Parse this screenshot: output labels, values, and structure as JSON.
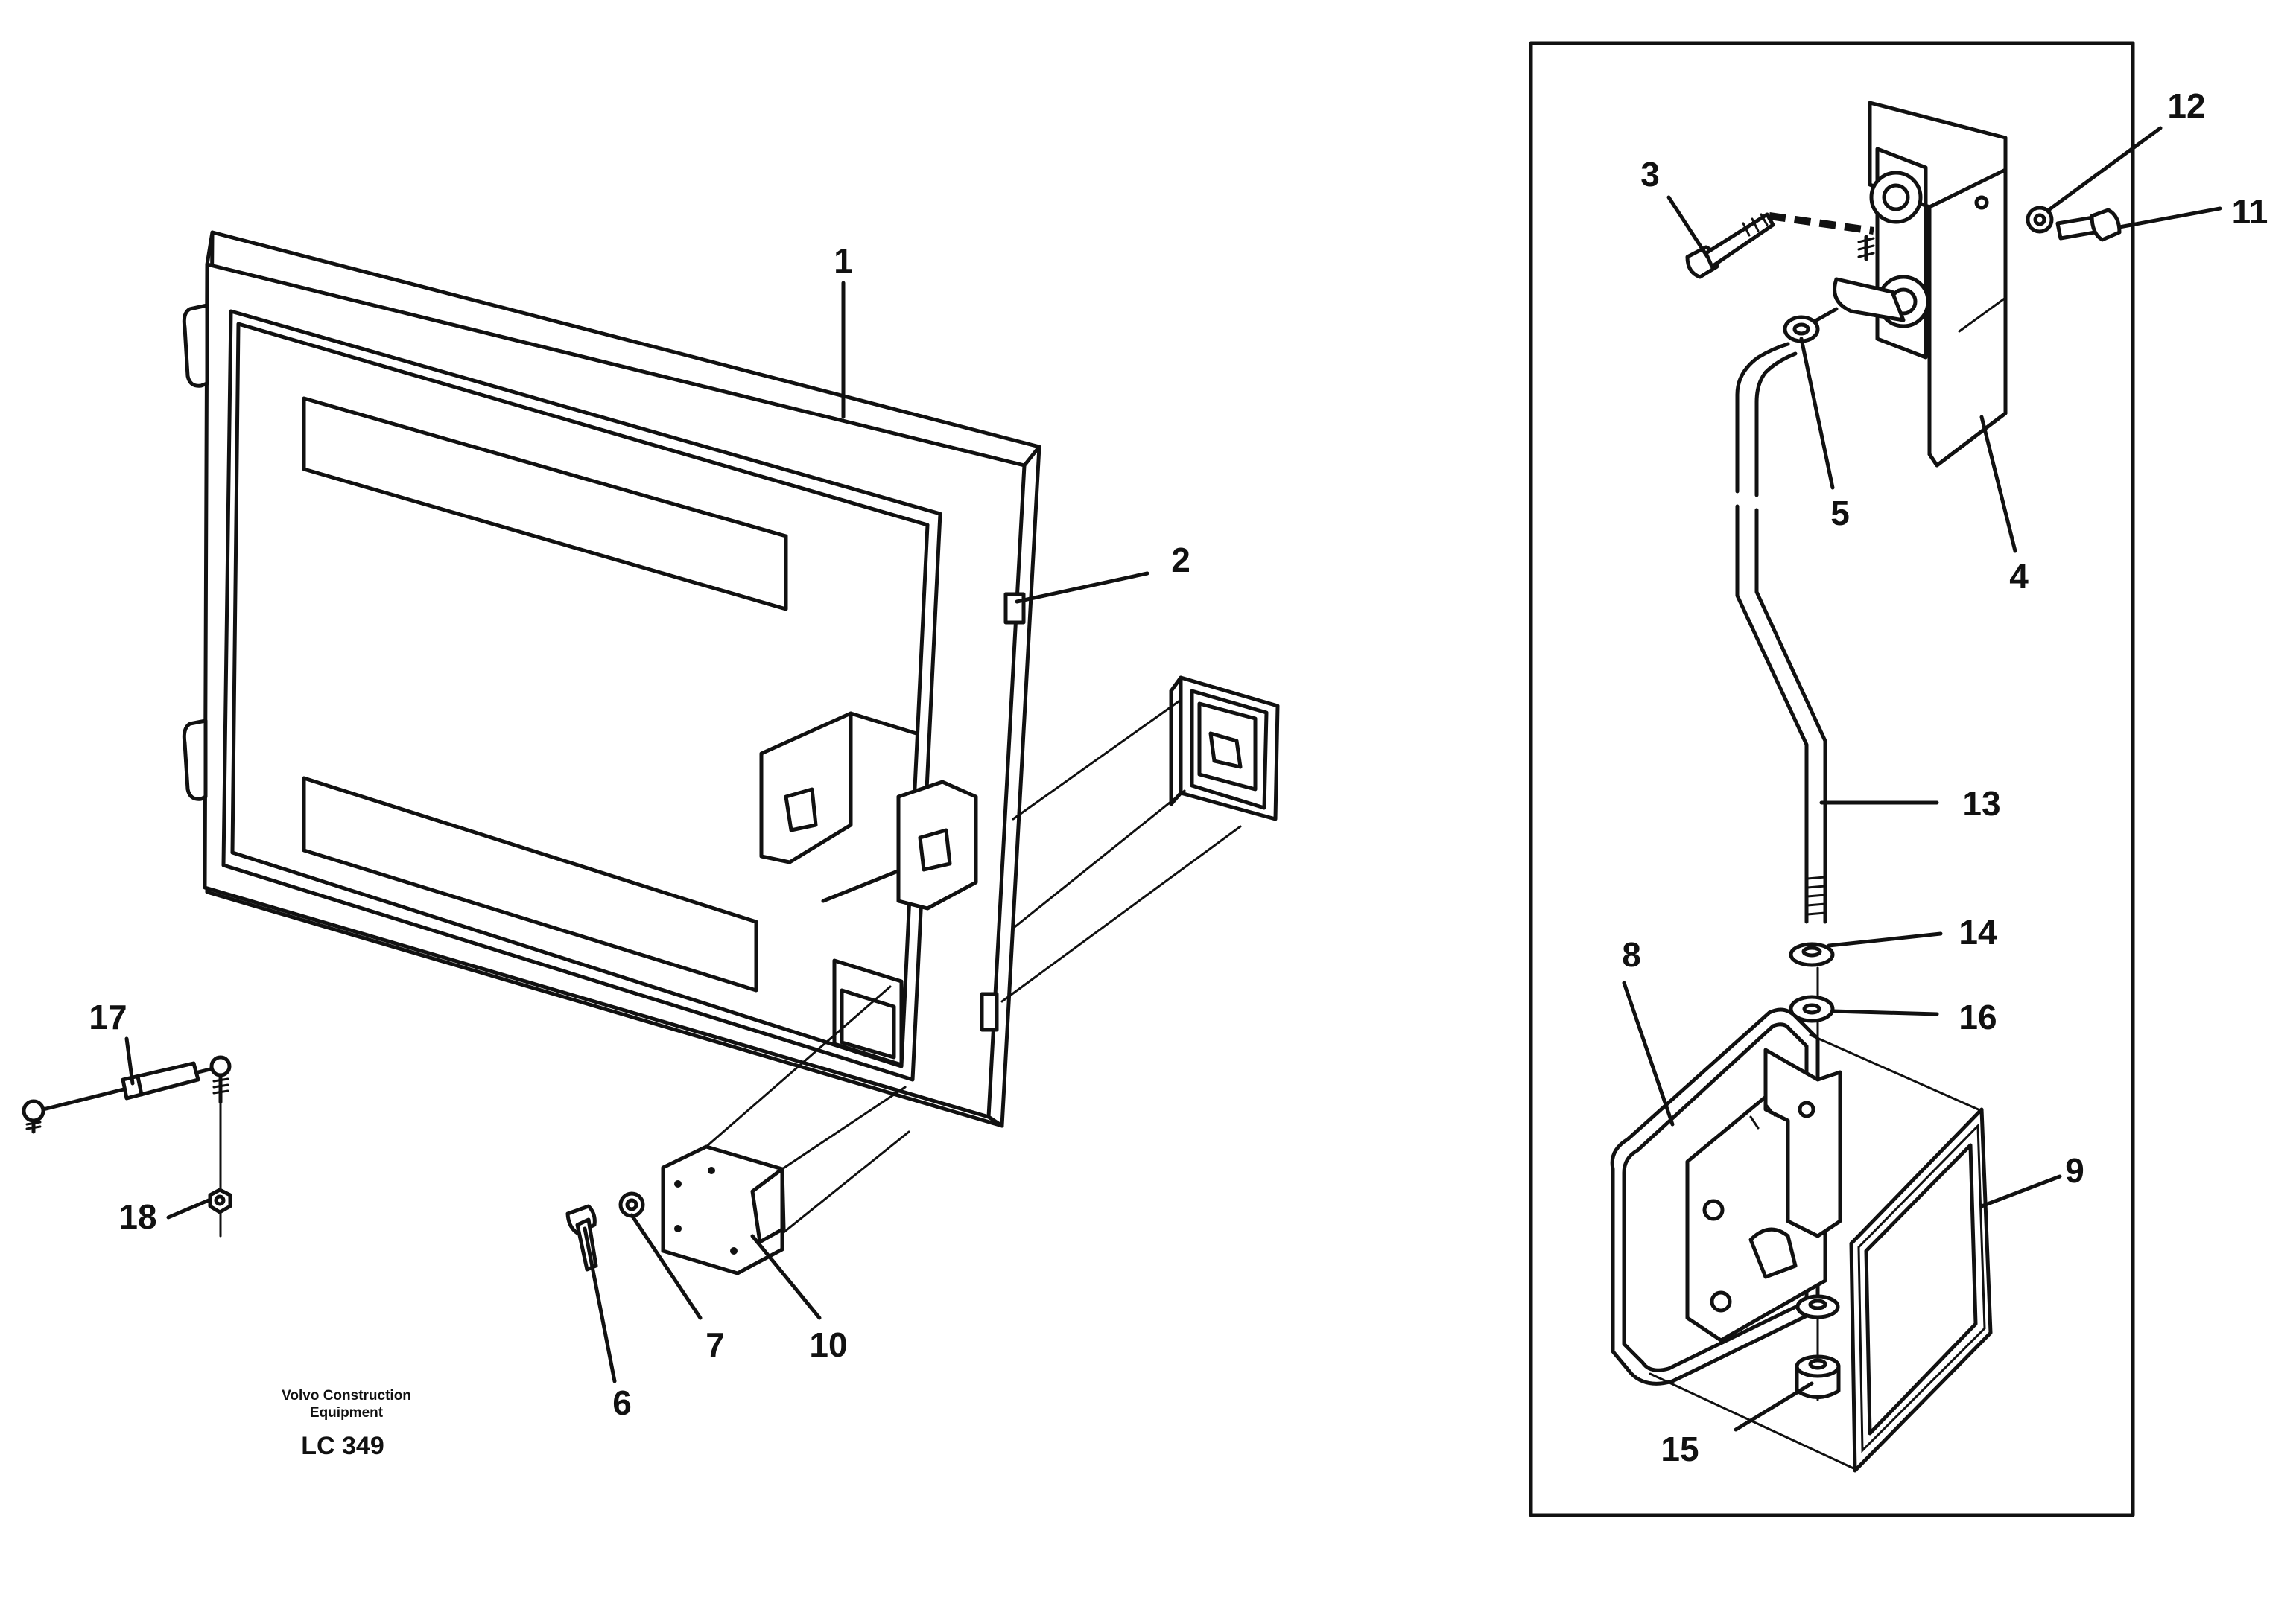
{
  "callouts": [
    "1",
    "2",
    "3",
    "4",
    "5",
    "6",
    "7",
    "8",
    "9",
    "10",
    "11",
    "12",
    "13",
    "14",
    "15",
    "16",
    "17",
    "18"
  ],
  "credit": {
    "line1": "Volvo Construction",
    "line2": "Equipment"
  },
  "drawing_code": "LC 349"
}
